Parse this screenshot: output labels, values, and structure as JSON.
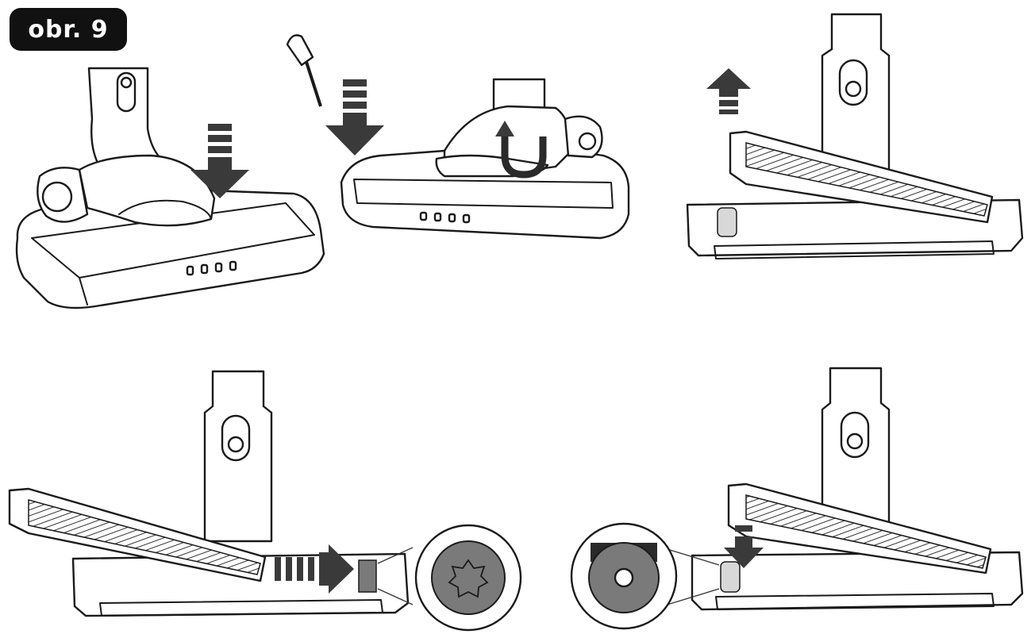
{
  "figure": {
    "label": "obr. 9"
  },
  "colors": {
    "outline": "#1a1a1a",
    "arrow": "#3a3a3a",
    "highlight_gray": "#7a7a7a",
    "label_background": "#111111"
  },
  "steps": [
    {
      "name": "press-release-button",
      "icons": [
        "down-arrow-icon"
      ]
    },
    {
      "name": "unscrew-cover",
      "icons": [
        "screwdriver-icon",
        "down-arrow-icon",
        "u-turn-arrow-icon"
      ]
    },
    {
      "name": "lift-brush-roll",
      "icons": [
        "up-arrow-icon"
      ]
    },
    {
      "name": "slide-brush-to-drive-gear",
      "icons": [
        "right-arrow-icon",
        "gear-detail-icon"
      ]
    },
    {
      "name": "insert-brush-end-cap",
      "icons": [
        "down-arrow-icon",
        "end-cap-detail-icon"
      ]
    }
  ]
}
